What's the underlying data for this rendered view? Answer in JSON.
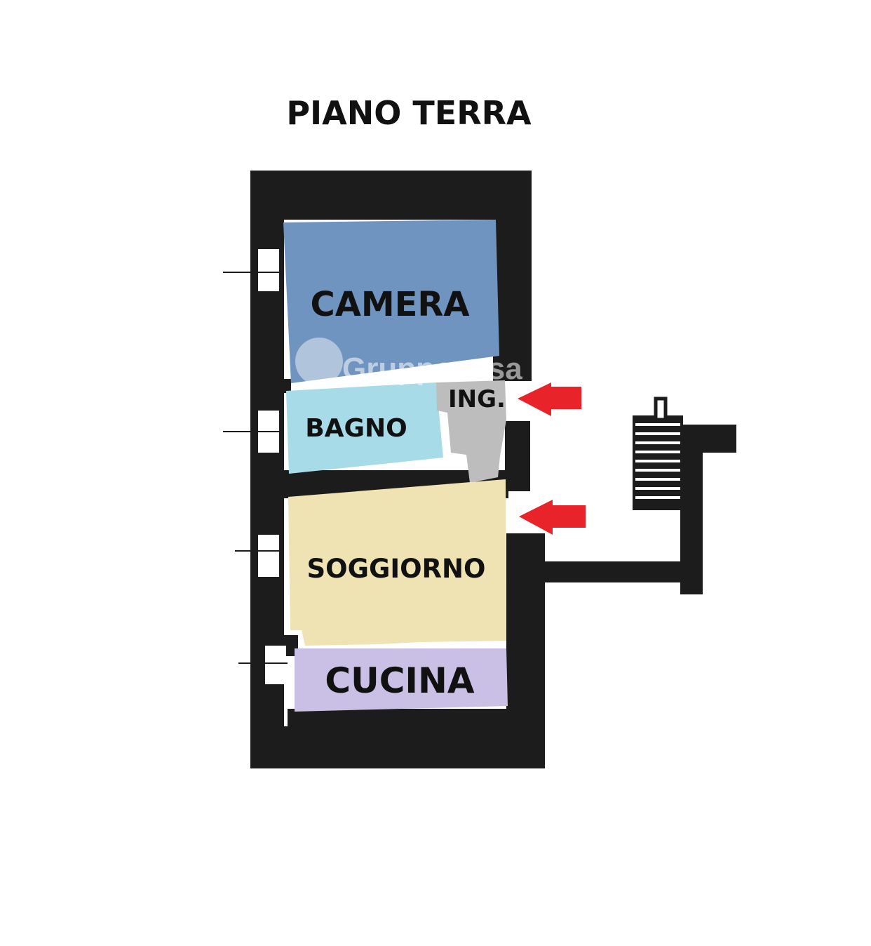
{
  "title": "PIANO TERRA",
  "rooms": {
    "camera": {
      "label": "CAMERA",
      "color": "#7094c0"
    },
    "bagno": {
      "label": "BAGNO",
      "color": "#a7dbe7"
    },
    "ingresso": {
      "label": "ING.",
      "color": "#bdbdbd"
    },
    "soggiorno": {
      "label": "SOGGIORNO",
      "color": "#efe3b3"
    },
    "cucina": {
      "label": "CUCINA",
      "color": "#cac0e6"
    }
  },
  "wall_color": "#1c1c1c",
  "arrow_color": "#e8232a",
  "watermark": {
    "text": "Gruppocasa"
  }
}
